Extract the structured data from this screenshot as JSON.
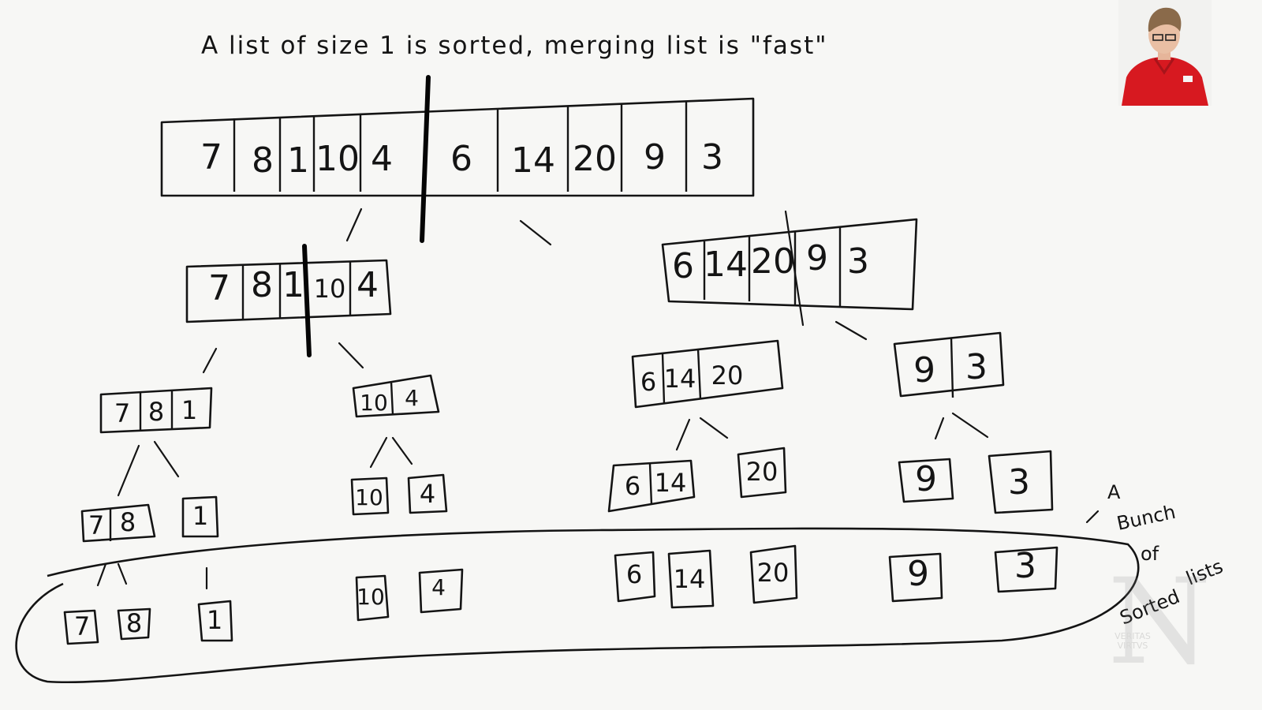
{
  "heading": "A list of size 1 is sorted, merging list is \"fast\"",
  "tree": {
    "root": [
      "7",
      "8",
      "1",
      "10",
      "4",
      "6",
      "14",
      "20",
      "9",
      "3"
    ],
    "level1": [
      [
        "7",
        "8",
        "1",
        "10",
        "4"
      ],
      [
        "6",
        "14",
        "20",
        "9",
        "3"
      ]
    ],
    "level2": [
      [
        "7",
        "8",
        "1"
      ],
      [
        "10",
        "4"
      ],
      [
        "6",
        "14",
        "20"
      ],
      [
        "9",
        "3"
      ]
    ],
    "level3": [
      [
        "7",
        "8"
      ],
      [
        "1"
      ],
      [
        "10"
      ],
      [
        "4"
      ],
      [
        "6",
        "14"
      ],
      [
        "20"
      ],
      [
        "9"
      ],
      [
        "3"
      ]
    ],
    "leaves": [
      "7",
      "8",
      "1",
      "10",
      "4",
      "6",
      "14",
      "20",
      "9",
      "3"
    ]
  },
  "annotation": [
    "A",
    "Bunch",
    "of",
    "Sorted",
    "lists"
  ],
  "watermark": {
    "letter": "N",
    "motto": [
      "VERITAS",
      "VIRTVS"
    ]
  },
  "colors": {
    "ink": "#141414",
    "board": "#f7f7f5",
    "shirt": "#d71920"
  }
}
